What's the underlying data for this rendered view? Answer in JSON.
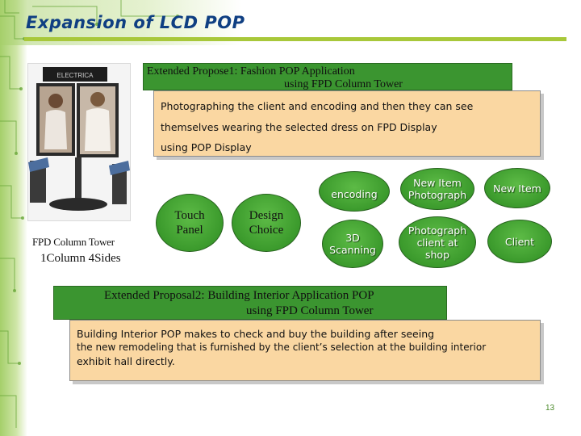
{
  "title": "Expansion of LCD POP",
  "proposal1": {
    "heading_line1": "Extended Propose1: Fashion POP Application",
    "heading_line2": "using FPD Column Tower",
    "desc_line1": "Photographing the client and encoding and then they can see",
    "desc_line2": "themselves wearing the selected dress on FPD Display",
    "desc_line3": "using POP Display"
  },
  "flow": {
    "touch_panel": "Touch Panel",
    "design_choice": "Design Choice",
    "encoding": "encoding",
    "scanning_3d": "3D Scanning",
    "new_item_photograph": "New Item Photograph",
    "photograph_client_at_shop": "Photograph client at shop",
    "new_item": "New Item",
    "client": "Client"
  },
  "tower_caption": {
    "line1": "FPD Column Tower",
    "line2": "1Column 4Sides"
  },
  "photo_sign_text": "ELECTRICA",
  "proposal2": {
    "heading_line1": "Extended Proposal2: Building Interior Application POP",
    "heading_line2": "using FPD Column Tower",
    "desc_line1": "Building Interior POP makes to check and buy the building after seeing",
    "desc_line2": "the new remodeling that is furnished by the client’s selection at the building interior",
    "desc_line3": "exhibit hall directly."
  },
  "page_number": "13",
  "colors": {
    "title": "#0f3f82",
    "accent_rule": "#a8c83a",
    "green_box": "#3b9530",
    "tan_box": "#fad7a2"
  }
}
